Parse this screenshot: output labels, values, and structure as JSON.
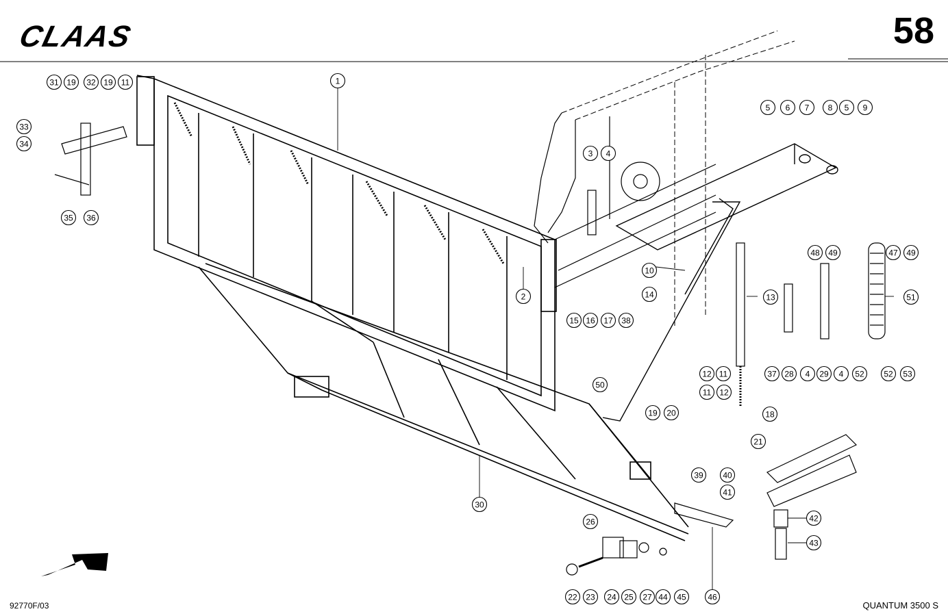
{
  "header": {
    "brand": "CLAAS",
    "page_number": "58"
  },
  "footer": {
    "doc_id": "92770F/03",
    "model": "QUANTUM 3500 S"
  },
  "callouts": [
    {
      "n": "1"
    },
    {
      "n": "2"
    },
    {
      "n": "3"
    },
    {
      "n": "4"
    },
    {
      "n": "4"
    },
    {
      "n": "4"
    },
    {
      "n": "5"
    },
    {
      "n": "5"
    },
    {
      "n": "6"
    },
    {
      "n": "7"
    },
    {
      "n": "8"
    },
    {
      "n": "9"
    },
    {
      "n": "10"
    },
    {
      "n": "11"
    },
    {
      "n": "11"
    },
    {
      "n": "11"
    },
    {
      "n": "12"
    },
    {
      "n": "12"
    },
    {
      "n": "13"
    },
    {
      "n": "14"
    },
    {
      "n": "15"
    },
    {
      "n": "16"
    },
    {
      "n": "17"
    },
    {
      "n": "18"
    },
    {
      "n": "19"
    },
    {
      "n": "19"
    },
    {
      "n": "19"
    },
    {
      "n": "20"
    },
    {
      "n": "21"
    },
    {
      "n": "22"
    },
    {
      "n": "23"
    },
    {
      "n": "24"
    },
    {
      "n": "25"
    },
    {
      "n": "26"
    },
    {
      "n": "27"
    },
    {
      "n": "28"
    },
    {
      "n": "29"
    },
    {
      "n": "30"
    },
    {
      "n": "31"
    },
    {
      "n": "32"
    },
    {
      "n": "33"
    },
    {
      "n": "34"
    },
    {
      "n": "35"
    },
    {
      "n": "36"
    },
    {
      "n": "37"
    },
    {
      "n": "38"
    },
    {
      "n": "39"
    },
    {
      "n": "40"
    },
    {
      "n": "41"
    },
    {
      "n": "42"
    },
    {
      "n": "43"
    },
    {
      "n": "44"
    },
    {
      "n": "45"
    },
    {
      "n": "46"
    },
    {
      "n": "47"
    },
    {
      "n": "48"
    },
    {
      "n": "49"
    },
    {
      "n": "49"
    },
    {
      "n": "50"
    },
    {
      "n": "51"
    },
    {
      "n": "52"
    },
    {
      "n": "52"
    },
    {
      "n": "53"
    }
  ]
}
